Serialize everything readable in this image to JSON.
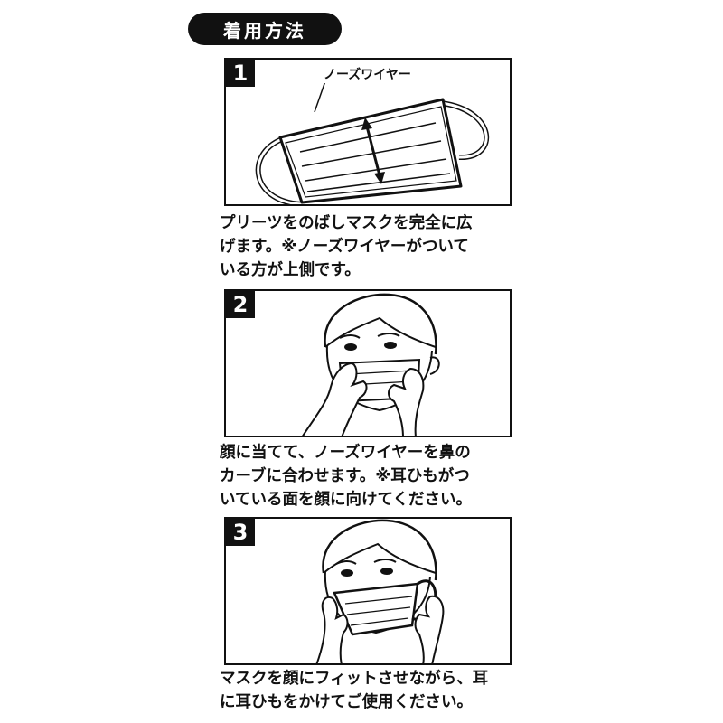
{
  "title": "着用方法",
  "steps": [
    {
      "number": "1",
      "label": "ノーズワイヤー",
      "caption": "プリーツをのばしマスクを完全に広\nげます。※ノーズワイヤーがついて\nいる方が上側です。"
    },
    {
      "number": "2",
      "caption": "顔に当てて、ノーズワイヤーを鼻の\nカーブに合わせます。※耳ひもがつ\nいている面を顔に向けてください。"
    },
    {
      "number": "3",
      "caption": "マスクを顔にフィットさせながら、耳\nに耳ひもをかけてご使用ください。"
    }
  ]
}
